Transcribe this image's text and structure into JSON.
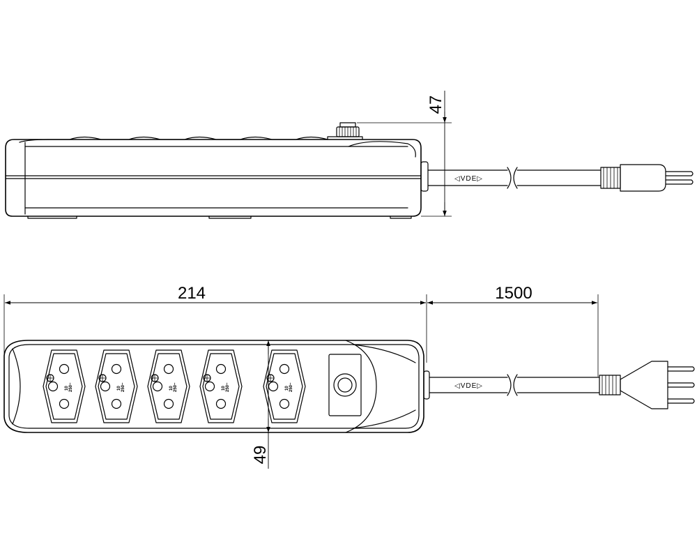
{
  "dimensions": {
    "height_side": "47",
    "length": "214",
    "cable_length": "1500",
    "width": "49"
  },
  "cable_marking": "◁VDE▷",
  "socket_rating": "10",
  "socket_voltage": "250~",
  "socket_count": 5
}
